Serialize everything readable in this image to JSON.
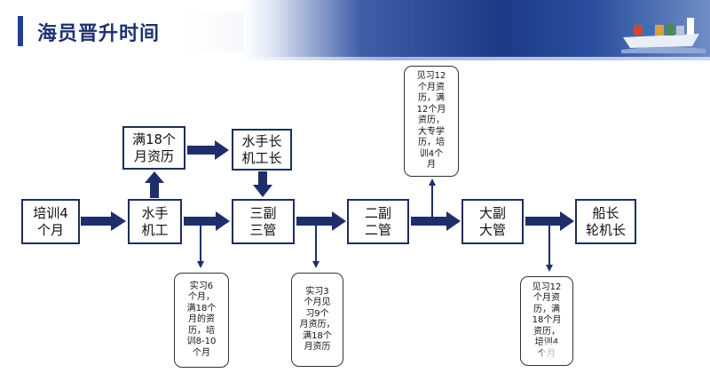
{
  "title": "海员晋升时间",
  "boxes": {
    "training": "培训4\n个月",
    "sailor": "水手\n机工",
    "req18": "满18个\n月资历",
    "bosun": "水手长\n机工长",
    "third": "三副\n三管",
    "second": "二副\n二管",
    "chief": "大副\n大管",
    "captain": "船长\n轮机长"
  },
  "notes": {
    "sailor_note": "实习6\n个月，\n满18个\n月的资\n历，培\n训8-10\n个月",
    "third_note": "实习3\n个月见\n习9个\n月资历，\n满18个\n月资历",
    "second_note": "见习12\n个月资\n历，满\n12个月\n资历，\n大专学\n历，培\n训4个\n月",
    "chief_note": "见习12\n个月资\n历，满\n18个月\n资历，\n培训4\n个月"
  },
  "colors": {
    "arrow": "#1f2e6b",
    "box_border": "#1f2e5a",
    "title": "#1e3272",
    "banner": "#1c3a86"
  }
}
